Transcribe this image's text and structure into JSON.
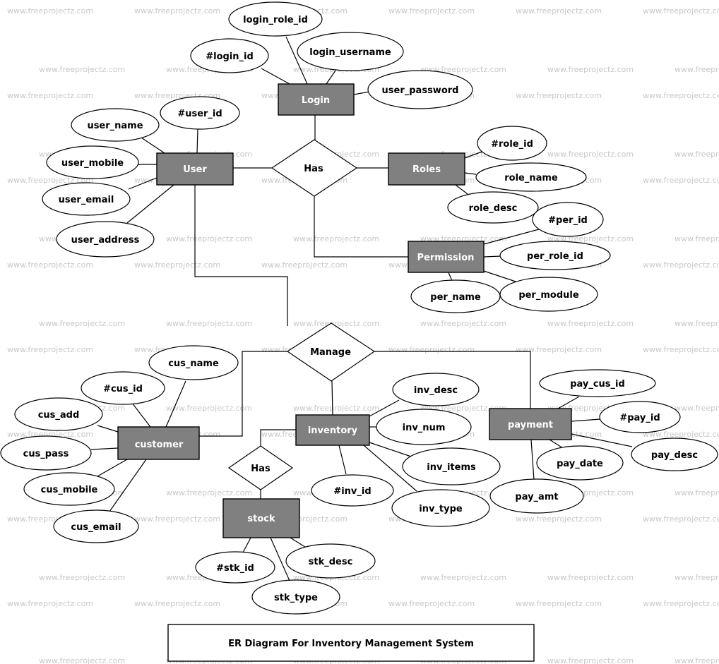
{
  "watermark": "www.freeprojectz.com",
  "title": "ER Diagram For Inventory Management System",
  "entities": {
    "login": "Login",
    "user": "User",
    "roles": "Roles",
    "permission": "Permission",
    "customer": "customer",
    "inventory": "inventory",
    "payment": "payment",
    "stock": "stock"
  },
  "relationships": {
    "has_user": "Has",
    "manage": "Manage",
    "has_stock": "Has"
  },
  "attributes": {
    "login_role_id": "login_role_id",
    "login_id": "#login_id",
    "login_username": "login_username",
    "user_password": "user_password",
    "user_id": "#user_id",
    "user_name": "user_name",
    "user_mobile": "user_mobile",
    "user_email": "user_email",
    "user_address": "user_address",
    "role_id": "#role_id",
    "role_name": "role_name",
    "role_desc": "role_desc",
    "per_id": "#per_id",
    "per_role_id": "per_role_id",
    "per_module": "per_module",
    "per_name": "per_name",
    "cus_name": "cus_name",
    "cus_id": "#cus_id",
    "cus_add": "cus_add",
    "cus_pass": "cus_pass",
    "cus_mobile": "cus_mobile",
    "cus_email": "cus_email",
    "inv_desc": "inv_desc",
    "inv_num": "inv_num",
    "inv_items": "inv_items",
    "inv_type": "inv_type",
    "inv_id": "#inv_id",
    "pay_cus_id": "pay_cus_id",
    "pay_id": "#pay_id",
    "pay_desc": "pay_desc",
    "pay_date": "pay_date",
    "pay_amt": "pay_amt",
    "stk_id": "#stk_id",
    "stk_desc": "stk_desc",
    "stk_type": "stk_type"
  }
}
